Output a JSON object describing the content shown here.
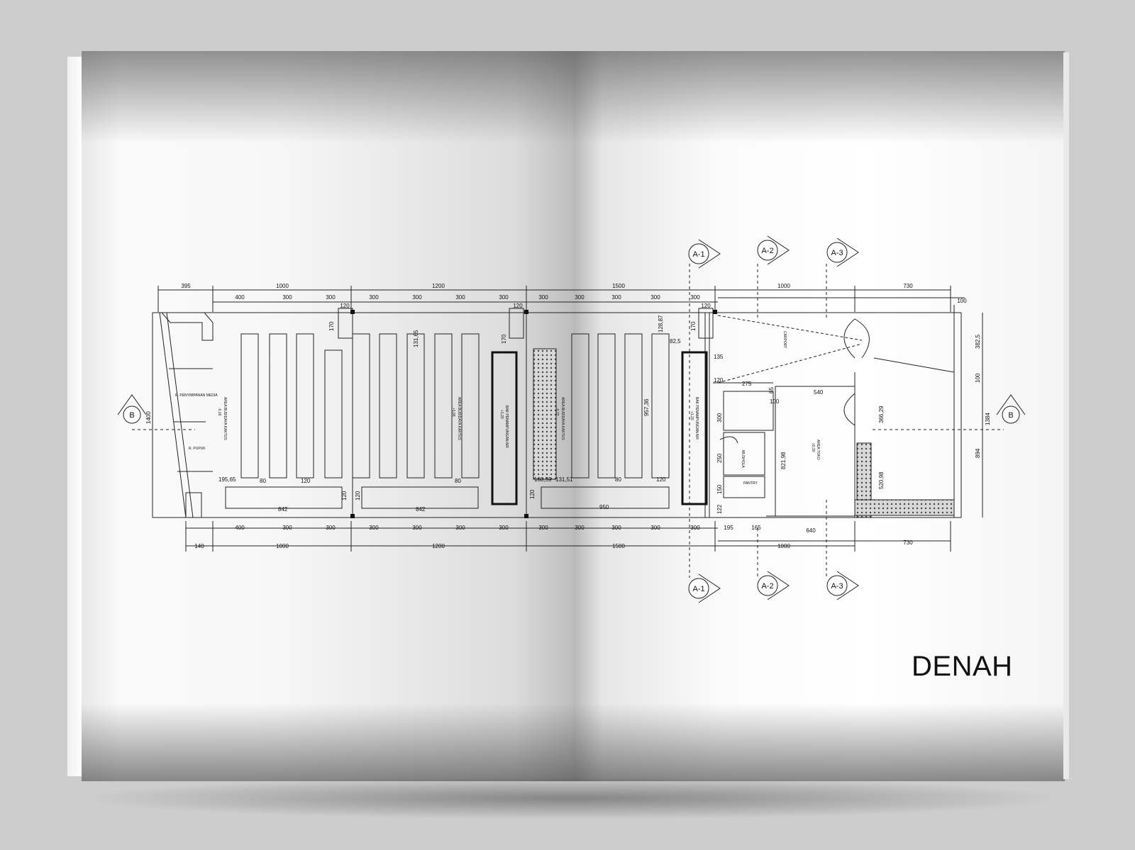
{
  "title": "DENAH",
  "top_dims_major": [
    "395",
    "1000",
    "1200",
    "1500",
    "1000",
    "730"
  ],
  "top_dims_minor": [
    "400",
    "300",
    "300",
    "300",
    "300",
    "300",
    "300",
    "300",
    "300",
    "300",
    "300",
    "300",
    "120",
    "120",
    "120",
    "100"
  ],
  "bottom_dims_minor": [
    "400",
    "300",
    "300",
    "300",
    "300",
    "300",
    "300",
    "300",
    "300",
    "300",
    "300",
    "300",
    "195",
    "165",
    "640"
  ],
  "bottom_dims_major": [
    "140",
    "1000",
    "1200",
    "1500",
    "1000",
    "730"
  ],
  "section_markers": {
    "a1": "A-1",
    "a2": "A-2",
    "a3": "A-3",
    "b": "B"
  },
  "room_labels": {
    "area_budidaya_1": "AREA BUDIDAYA KAKTUS",
    "area_budidaya_2": "AREA BUDIDAYA KAKTUS",
    "area_budidaya_3": "AREA BUDIDAYA KAKTUS",
    "penyimpanan": "R. PENYIMPANAN MEDIA",
    "pupuk": "R. PUPUK",
    "bak_1": "BAK PENAMPUNGAN AIR",
    "bak_2": "BAK PENAMPUNGAN AIR",
    "area_toko": "AREA TOKO",
    "carport": "CARPORT",
    "mushola": "MUSHOLA",
    "pantry": "PANTRY"
  },
  "levels": {
    "l1": "-0,16",
    "l2": "+1,66",
    "l3": "-0,72",
    "l4": "+1,20",
    "l5": "+1,20",
    "toko": "±0,30"
  },
  "inner_dims": {
    "d1400": "1400",
    "d170a": "170",
    "d170b": "170",
    "d170c": "170",
    "d131_65": "131,65",
    "d128_87": "128,87",
    "d82_5": "82,5",
    "d135": "135",
    "d120": "120",
    "d275": "275",
    "d540": "540",
    "d65": "65",
    "d100": "100",
    "d300": "300",
    "d250": "250",
    "d150": "150",
    "d122": "122",
    "d821_98": "821,98",
    "d957_36": "957,36",
    "d366_29": "366,29",
    "d520_98": "520,98",
    "d382_5": "382,5",
    "d100b": "100",
    "d1384": "1384",
    "d894": "894",
    "d195_65": "195,65",
    "d80a": "80",
    "d120a": "120",
    "d80b": "80",
    "d160_59": "160,59",
    "d131_51": "131,51",
    "d80c": "80",
    "d120b": "120",
    "d842a": "842",
    "d842b": "842",
    "d950": "950",
    "d120c": "120",
    "d120d": "120",
    "d120e": "120"
  }
}
